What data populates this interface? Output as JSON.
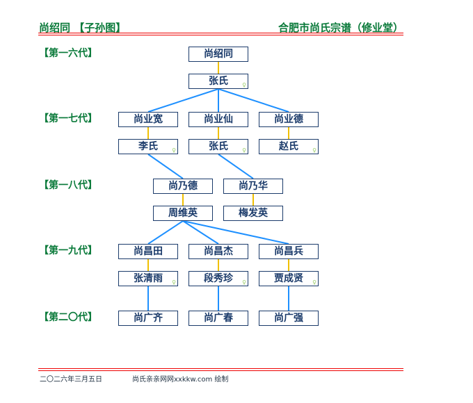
{
  "header": {
    "left": "尚绍同 【子孙图】",
    "right": "合肥市尚氏宗谱（修业堂）"
  },
  "generations": [
    "【第一六代】",
    "【第一七代】",
    "【第一八代】",
    "【第一九代】",
    "【第二〇代】"
  ],
  "people": {
    "p1": "尚绍同",
    "s1": "张氏",
    "p2a": "尚业宽",
    "p2b": "尚业仙",
    "p2c": "尚业德",
    "s2a": "李氏",
    "s2b": "张氏",
    "s2c": "赵氏",
    "p3a": "尚乃德",
    "p3b": "尚乃华",
    "s3a": "周维英",
    "s3b": "梅发英",
    "p4a": "尚昌田",
    "p4b": "尚昌杰",
    "p4c": "尚昌兵",
    "s4a": "张清雨",
    "s4b": "段秀珍",
    "s4c": "贾成贤",
    "p5a": "尚广齐",
    "p5b": "尚广春",
    "p5c": "尚广强"
  },
  "spouse_mark": "♀",
  "footer": {
    "date": "二〇二六年三月五日",
    "credit": "尚氏亲亲网网xxkkw.com 绘制"
  },
  "colors": {
    "header": "#0a7a3a",
    "rule": "#e00000",
    "box": "#1a3a6a",
    "descent": "#1e90ff",
    "marriage": "#f0c000"
  }
}
